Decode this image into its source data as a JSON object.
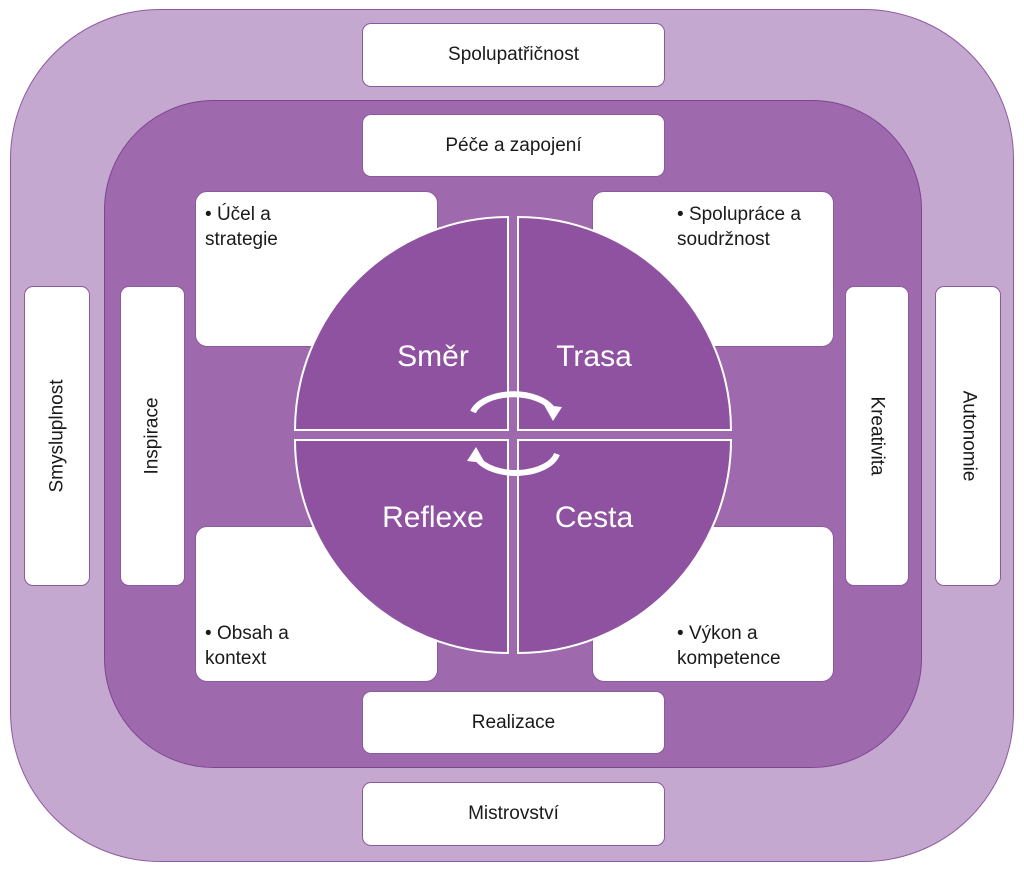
{
  "diagram": {
    "outer": {
      "top": "Spolupatřičnost",
      "bottom": "Mistrovství",
      "left": "Smysluplnost",
      "right": "Autonomie"
    },
    "inner": {
      "top": "Péče a zapojení",
      "bottom": "Realizace",
      "left": "Inspirace",
      "right": "Kreativita"
    },
    "corners": {
      "top_left": "Účel a\nstrategie",
      "top_right": "Spolupráce a\nsoudržnost",
      "bottom_left": "Obsah a\nkontext",
      "bottom_right": "Výkon a\nkompetence"
    },
    "quadrants": {
      "top_left": "Směr",
      "top_right": "Trasa",
      "bottom_left": "Reflexe",
      "bottom_right": "Cesta"
    },
    "colors": {
      "outer_fill": "#c5a8d0",
      "inner_fill": "#9f6aad",
      "circle_fill": "#8e52a1",
      "box_fill": "#ffffff"
    }
  }
}
